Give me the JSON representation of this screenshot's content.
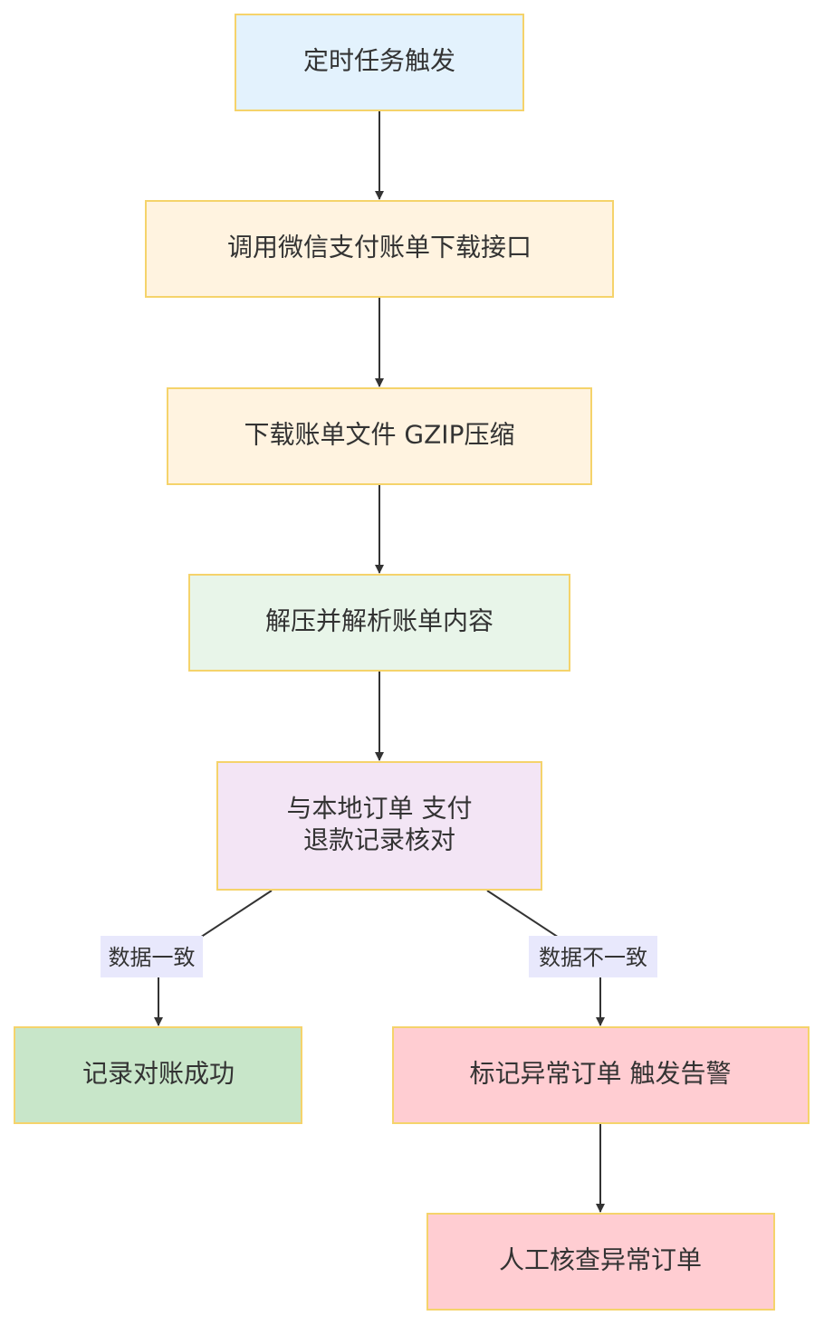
{
  "nodes": {
    "trigger": {
      "text": "定时任务触发",
      "fill": "#E3F2FD",
      "stroke": "#F5D36B"
    },
    "call_api": {
      "text": "调用微信支付账单下载接口",
      "fill": "#FFF3E0",
      "stroke": "#F5D36B"
    },
    "download": {
      "text": "下载账单文件 GZIP压缩",
      "fill": "#FFF3E0",
      "stroke": "#F5D36B"
    },
    "parse": {
      "text": "解压并解析账单内容",
      "fill": "#E8F5E9",
      "stroke": "#F5D36B"
    },
    "reconcile": {
      "line1": "与本地订单 支付",
      "line2": "退款记录核对",
      "fill": "#F3E5F5",
      "stroke": "#F5D36B"
    },
    "success": {
      "text": "记录对账成功",
      "fill": "#C8E6C9",
      "stroke": "#F5D36B"
    },
    "mark_abnormal": {
      "text": "标记异常订单 触发告警",
      "fill": "#FFCDD2",
      "stroke": "#F5D36B"
    },
    "manual_check": {
      "text": "人工核查异常订单",
      "fill": "#FFCDD2",
      "stroke": "#F5D36B"
    }
  },
  "edge_labels": {
    "consistent": "数据一致",
    "inconsistent": "数据不一致"
  },
  "colors": {
    "edge": "#333333",
    "label_bg": "#E8E8FC"
  }
}
